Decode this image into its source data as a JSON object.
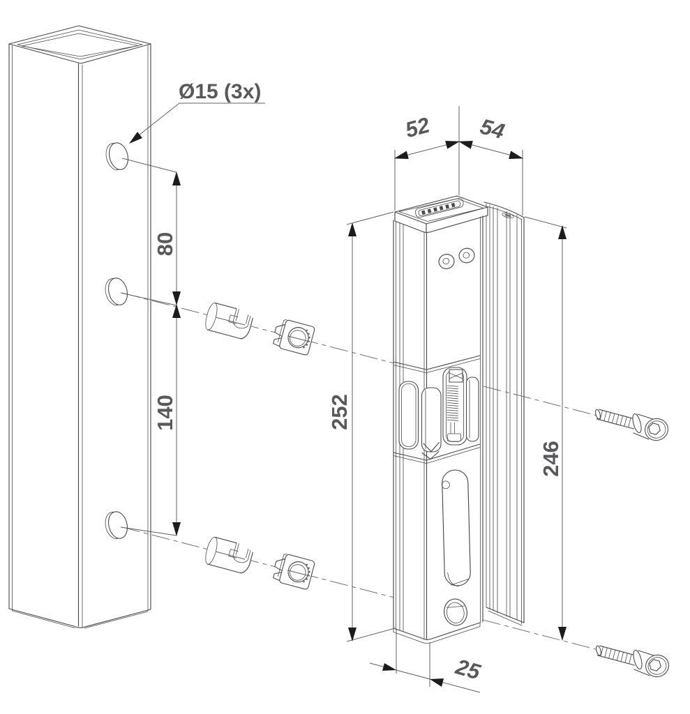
{
  "drawing": {
    "callout": "Ø15 (3x)",
    "dims": {
      "d80": "80",
      "d140": "140",
      "d52": "52",
      "d54": "54",
      "d252": "252",
      "d246": "246",
      "d25": "25"
    }
  },
  "parts": {
    "post": "square-gate-post",
    "mounting_hole": "drill-hole-15mm",
    "quick_fix_sleeve": "quick-fix-sleeve",
    "quick_fix_fastener": "quick-fix-fastener",
    "strike_body": "surface-mounted-strike-body",
    "mounting_profile": "mounting-profile-rail",
    "screw": "socket-head-screw"
  },
  "colors": {
    "background": "#ffffff",
    "line": "#4a4a4c",
    "dim-line": "#606063",
    "arrow": "#1c1c1e",
    "text": "#59595c"
  }
}
